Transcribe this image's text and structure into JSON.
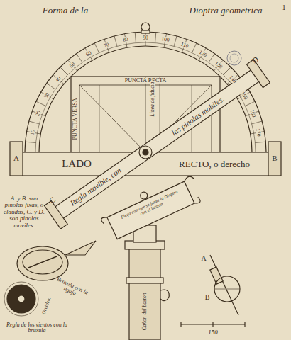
{
  "diagram": {
    "labels": [
      "Forma de la",
      "Dioptra geometrica",
      "1",
      "10",
      "20",
      "30",
      "40",
      "50",
      "60",
      "70",
      "80",
      "90",
      "100",
      "110",
      "120",
      "130",
      "140",
      "150",
      "160",
      "170",
      "PUNCTA RECTA",
      "PUNCTA VERSA",
      "Linea de fiducia",
      "LADO",
      "RECTO, o derecho",
      "Regla movible, con",
      "las pinolas mobiles.",
      "A",
      "B",
      "C",
      "D",
      "A. y B. son pinolas fixas, o claudas, C. y D. son pinolas moviles.",
      "Brúxula con la aguja",
      "Regla de los vientos con la bruxula",
      "Occiden.",
      "Pieça con que se junta la Dioptra con el baston",
      "Cañon del baston",
      "B",
      "A",
      "150"
    ]
  }
}
